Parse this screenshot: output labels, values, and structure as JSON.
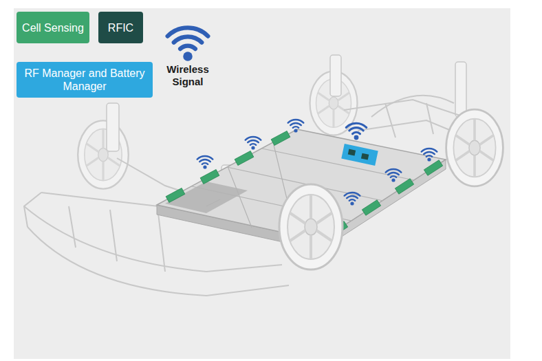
{
  "diagram": {
    "legend": [
      {
        "text": "Cell Sensing",
        "color": "#3da66e"
      },
      {
        "text": "RFIC",
        "color": "#1f4c47"
      },
      {
        "text": "RF Manager and Battery Manager",
        "color": "#2ea8df"
      },
      {
        "text": "Wireless Signal"
      }
    ]
  }
}
